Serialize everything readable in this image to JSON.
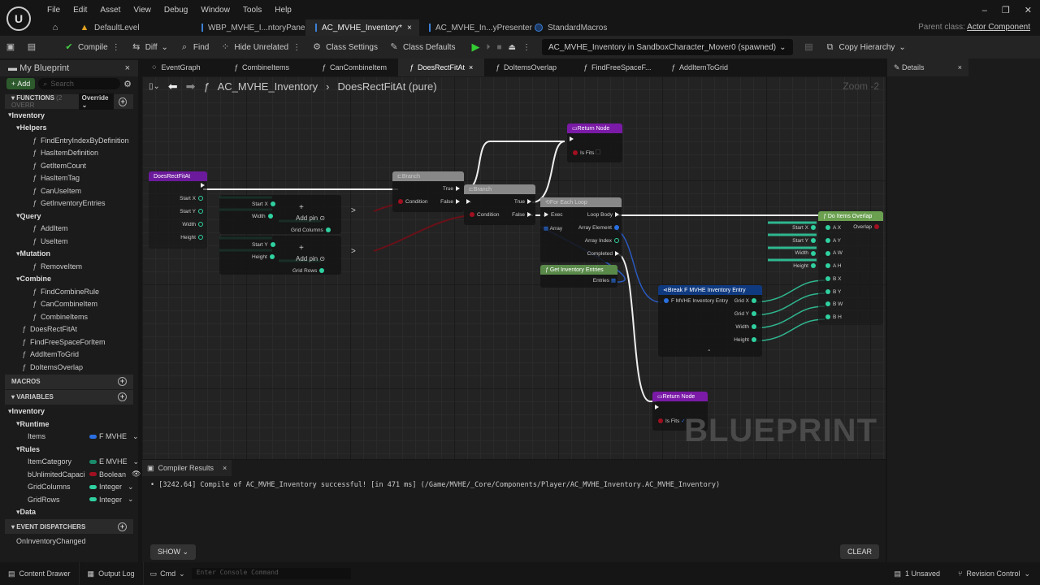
{
  "menu": [
    "File",
    "Edit",
    "Asset",
    "View",
    "Debug",
    "Window",
    "Tools",
    "Help"
  ],
  "doc_tabs": [
    {
      "label": "DefaultLevel"
    },
    {
      "label": "WBP_MVHE_I...ntoryPanel"
    },
    {
      "label": "AC_MVHE_Inventory*",
      "active": true
    },
    {
      "label": "AC_MVHE_In...yPresenter"
    },
    {
      "label": "StandardMacros"
    }
  ],
  "parent_class": {
    "label": "Parent class:",
    "value": "Actor Component"
  },
  "toolbar": {
    "compile": "Compile",
    "diff": "Diff",
    "find": "Find",
    "hide_unrelated": "Hide Unrelated",
    "class_settings": "Class Settings",
    "class_defaults": "Class Defaults",
    "debug_object": "AC_MVHE_Inventory in SandboxCharacter_Mover0 (spawned)",
    "copy_hierarchy": "Copy Hierarchy"
  },
  "my_blueprint": {
    "title": "My Blueprint",
    "add": "Add",
    "search_placeholder": "Search",
    "functions_header": "FUNCTIONS",
    "functions_count": "(2 OVERR",
    "override": "Override",
    "tree": [
      {
        "t": "cat",
        "l": "Inventory",
        "d": 0
      },
      {
        "t": "cat",
        "l": "Helpers",
        "d": 1
      },
      {
        "t": "fn",
        "l": "FindEntryIndexByDefinition",
        "d": 2
      },
      {
        "t": "fn",
        "l": "HasItemDefinition",
        "d": 2
      },
      {
        "t": "fn",
        "l": "GetItemCount",
        "d": 2
      },
      {
        "t": "fn",
        "l": "HasItemTag",
        "d": 2
      },
      {
        "t": "fn",
        "l": "CanUseItem",
        "d": 2
      },
      {
        "t": "fn",
        "l": "GetInventoryEntries",
        "d": 2
      },
      {
        "t": "cat",
        "l": "Query",
        "d": 1
      },
      {
        "t": "fn",
        "l": "AddItem",
        "d": 2
      },
      {
        "t": "fn",
        "l": "UseItem",
        "d": 2
      },
      {
        "t": "cat",
        "l": "Mutation",
        "d": 1
      },
      {
        "t": "fn",
        "l": "RemoveItem",
        "d": 2
      },
      {
        "t": "cat",
        "l": "Combine",
        "d": 1
      },
      {
        "t": "fn",
        "l": "FindCombineRule",
        "d": 2
      },
      {
        "t": "fn",
        "l": "CanCombineItem",
        "d": 2
      },
      {
        "t": "fn",
        "l": "CombineItems",
        "d": 2
      },
      {
        "t": "fn",
        "l": "DoesRectFitAt",
        "d": 1
      },
      {
        "t": "fn",
        "l": "FindFreeSpaceForItem",
        "d": 1
      },
      {
        "t": "fn",
        "l": "AddItemToGrid",
        "d": 1
      },
      {
        "t": "fn",
        "l": "DoItemsOverlap",
        "d": 1
      }
    ],
    "macros_header": "MACROS",
    "variables_header": "VARIABLES",
    "var_tree": [
      {
        "t": "cat",
        "l": "Inventory",
        "d": 0
      },
      {
        "t": "cat",
        "l": "Runtime",
        "d": 1
      },
      {
        "t": "var",
        "l": "Items",
        "type": "F MVHE",
        "color": "#2a6fe0"
      },
      {
        "t": "cat",
        "l": "Rules",
        "d": 1
      },
      {
        "t": "var",
        "l": "ItemCategory",
        "type": "E MVHE",
        "color": "#1a8a6a"
      },
      {
        "t": "var",
        "l": "bUnlimitedCapaci",
        "type": "Boolean",
        "color": "#a01020"
      },
      {
        "t": "var",
        "l": "GridColumns",
        "type": "Integer",
        "color": "#2fd1a0"
      },
      {
        "t": "var",
        "l": "GridRows",
        "type": "Integer",
        "color": "#2fd1a0"
      },
      {
        "t": "cat",
        "l": "Data",
        "d": 1
      }
    ],
    "dispatchers_header": "EVENT DISPATCHERS",
    "dispatchers": [
      "OnInventoryChanged"
    ]
  },
  "graph_tabs": [
    {
      "label": "EventGraph"
    },
    {
      "label": "CombineItems"
    },
    {
      "label": "CanCombineItem"
    },
    {
      "label": "DoesRectFitAt",
      "active": true
    },
    {
      "label": "DoItemsOverlap"
    },
    {
      "label": "FindFreeSpaceF..."
    },
    {
      "label": "AddItemToGrid"
    }
  ],
  "breadcrumb": {
    "root": "AC_MVHE_Inventory",
    "current": "DoesRectFitAt (pure)"
  },
  "zoom": "Zoom -2",
  "watermark": "BLUEPRINT",
  "nodes": {
    "entry": {
      "title": "DoesRectFitAt",
      "pins": [
        "Start X",
        "Start Y",
        "Width",
        "Height"
      ]
    },
    "add1": {
      "in": [
        "Start X",
        "Width"
      ],
      "label": "Add pin",
      "out": "Grid Columns"
    },
    "add2": {
      "in": [
        "Start Y",
        "Height"
      ],
      "label": "Add pin",
      "out": "Grid Rows"
    },
    "gt": ">",
    "branch1": {
      "title": "Branch",
      "condition": "Condition",
      "true": "True",
      "false": "False"
    },
    "branch2": {
      "title": "Branch",
      "condition": "Condition",
      "true": "True",
      "false": "False"
    },
    "return1": {
      "title": "Return Node",
      "pin": "Is Fits"
    },
    "return2": {
      "title": "Return Node",
      "pin": "Is Fits"
    },
    "foreach": {
      "title": "For Each Loop",
      "exec": "Exec",
      "array": "Array",
      "loop_body": "Loop Body",
      "element": "Array Element",
      "index": "Array Index",
      "completed": "Completed"
    },
    "getentries": {
      "title": "Get Inventory Entries",
      "out": "Entries"
    },
    "break": {
      "title": "Break F MVHE Inventory Entry",
      "in": "F MVHE Inventory Entry",
      "out": [
        "Grid X",
        "Grid Y",
        "Width",
        "Height"
      ]
    },
    "overlap": {
      "title": "Do Items Overlap",
      "rerouted": [
        "Start X",
        "Start Y",
        "Width",
        "Height"
      ],
      "in": [
        "A X",
        "A Y",
        "A W",
        "A H",
        "B X",
        "B Y",
        "B W",
        "B H"
      ],
      "out": "Overlap"
    }
  },
  "details": {
    "title": "Details"
  },
  "compiler": {
    "title": "Compiler Results",
    "message": "[3242.64] Compile of AC_MVHE_Inventory successful! [in 471 ms] (/Game/MVHE/_Core/Components/Player/AC_MVHE_Inventory.AC_MVHE_Inventory)",
    "show": "SHOW",
    "clear": "CLEAR"
  },
  "status": {
    "content_drawer": "Content Drawer",
    "output_log": "Output Log",
    "cmd": "Cmd",
    "console_placeholder": "Enter Console Command",
    "unsaved": "1 Unsaved",
    "revision": "Revision Control"
  }
}
